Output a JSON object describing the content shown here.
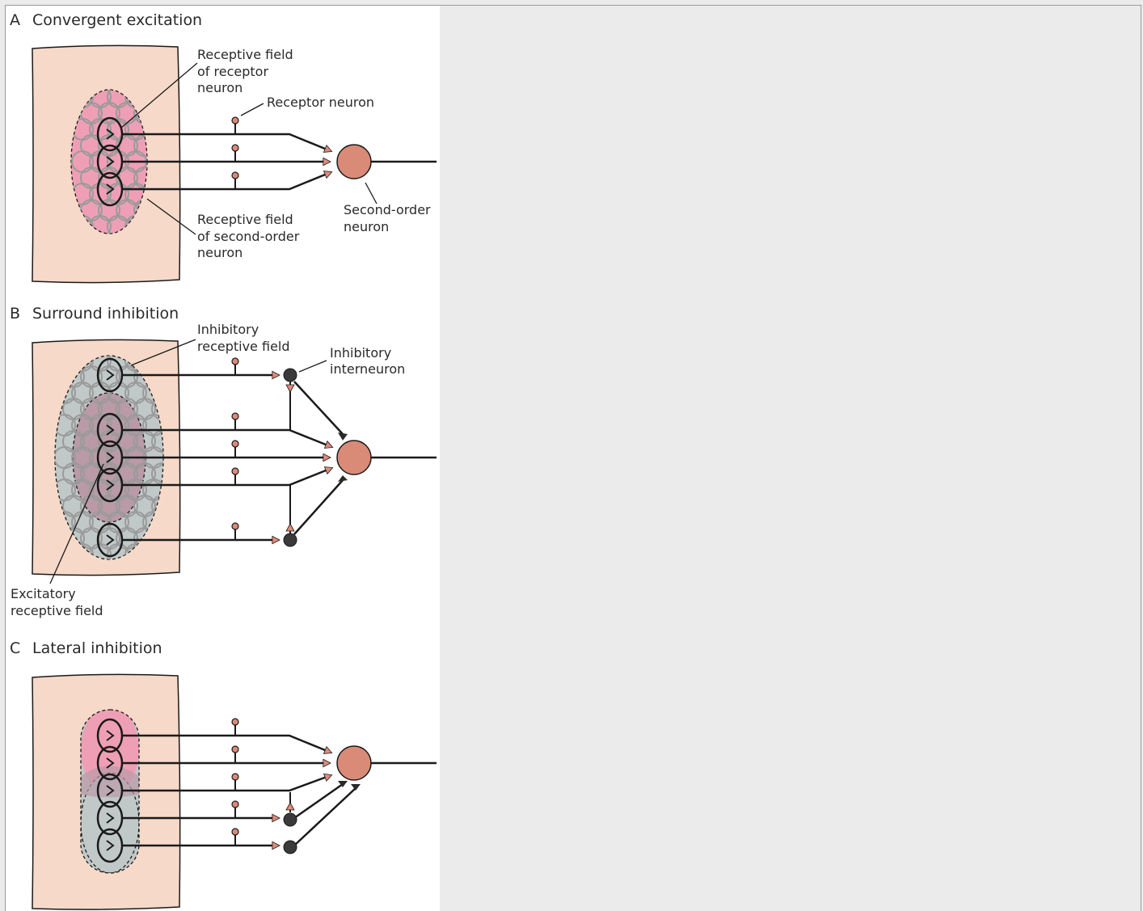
{
  "panels": {
    "A": {
      "letter": "A",
      "title": "Convergent excitation"
    },
    "B": {
      "letter": "B",
      "title": "Surround inhibition"
    },
    "C": {
      "letter": "C",
      "title": "Lateral inhibition"
    }
  },
  "labels": {
    "rf_receptor": [
      "Receptive field",
      "of receptor",
      "neuron"
    ],
    "receptor_neuron": "Receptor neuron",
    "rf_second_order": [
      "Receptive field",
      "of second-order",
      "neuron"
    ],
    "second_order_neuron": [
      "Second-order",
      "neuron"
    ],
    "inhibitory_rf": [
      "Inhibitory",
      "receptive field"
    ],
    "inhibitory_interneuron": [
      "Inhibitory",
      "interneuron"
    ],
    "excitatory_rf": [
      "Excitatory",
      "receptive field"
    ]
  },
  "colors": {
    "skin": "#f6d9c8",
    "excitatory_field": "#ee9fb6",
    "inhibitory_field": "#c1c9c8",
    "overlap_field": "#b99aa6",
    "neuron": "#d98b78",
    "interneuron": "#3a3a3a",
    "line": "#1a1a1a",
    "small_circles": "#9a9a9a"
  }
}
